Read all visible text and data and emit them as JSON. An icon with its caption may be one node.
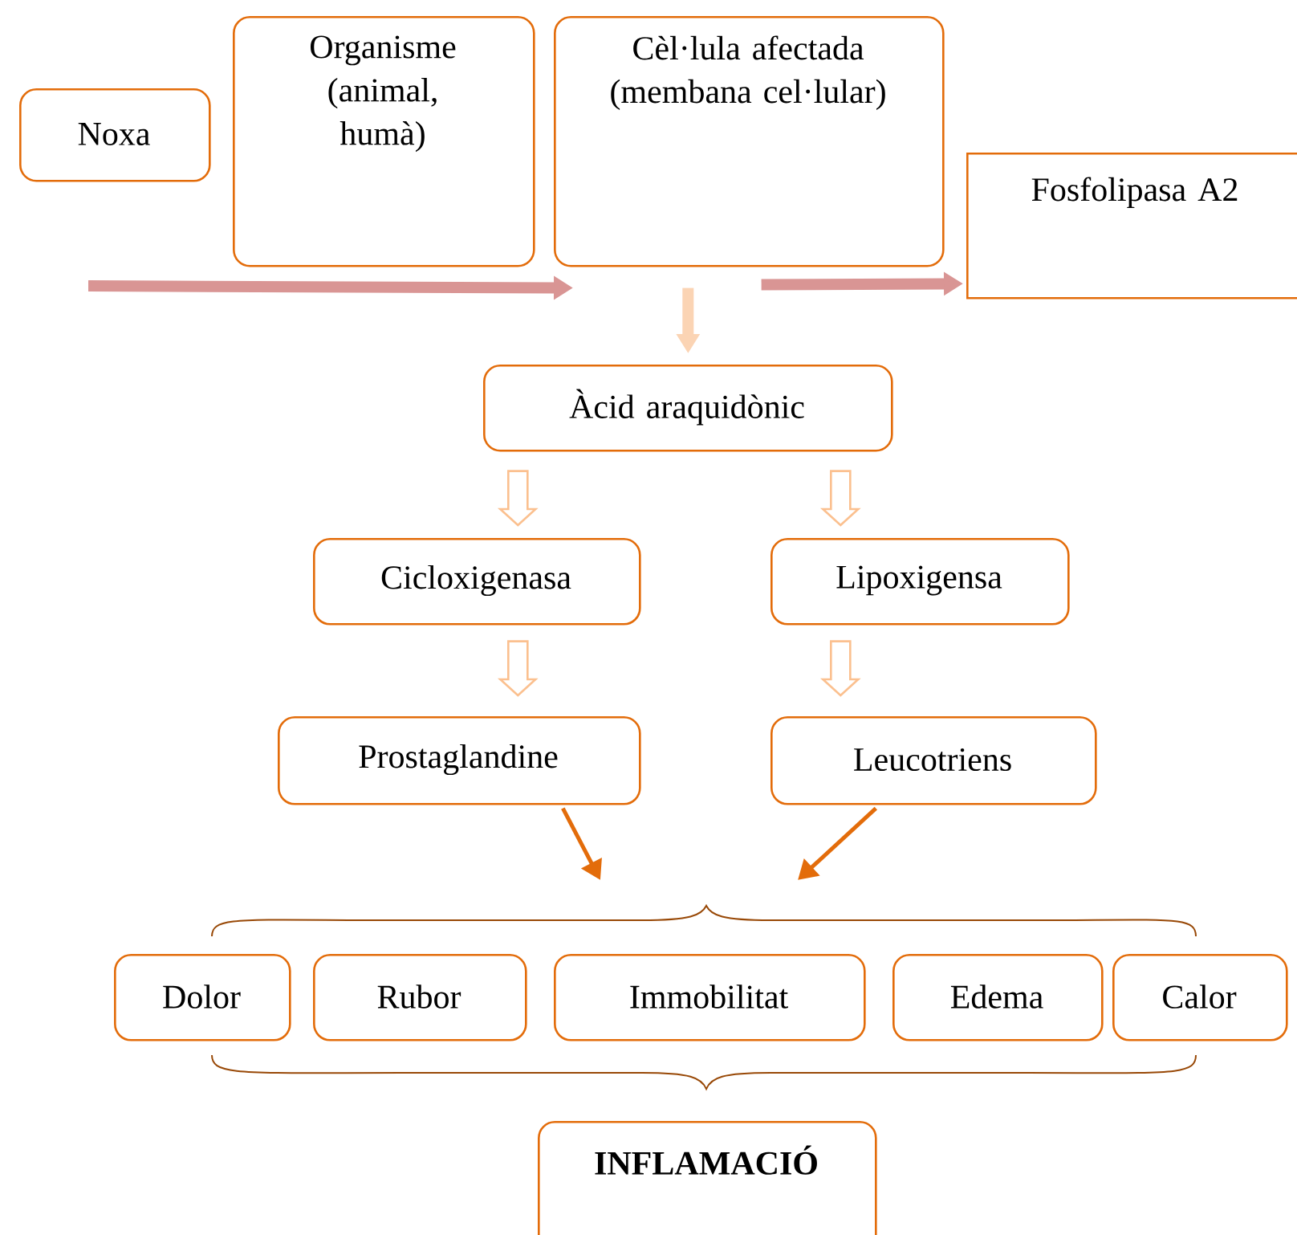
{
  "diagram": {
    "nodes": [
      {
        "text": [
          "Noxa"
        ]
      },
      {
        "text": [
          "Organisme (animal, humà)"
        ]
      },
      {
        "text": [
          "Cèl·lula afectada (membana cel·lular)"
        ]
      },
      {
        "text": [
          "Fosfolipasa A2"
        ]
      },
      {
        "text": [
          "Àcid araquidònic"
        ]
      },
      {
        "text": [
          "Cicloxigenasa"
        ]
      },
      {
        "text": [
          "Lipoxigensa"
        ]
      },
      {
        "text": [
          "Prostaglandine"
        ]
      },
      {
        "text": [
          "Leucotriens"
        ]
      },
      {
        "text": [
          "Dolor"
        ]
      },
      {
        "text": [
          "Rubor"
        ]
      },
      {
        "text": [
          "Immobilitat"
        ]
      },
      {
        "text": [
          "Edema"
        ]
      },
      {
        "text": [
          "Calor"
        ]
      },
      {
        "text": [
          "INFLAMACIÓ"
        ]
      }
    ],
    "edges": [
      {
        "from": null,
        "to": 2,
        "arrow": "to",
        "color": "#d99594"
      },
      {
        "from": 2,
        "to": 3,
        "arrow": "to",
        "color": "#d99594"
      },
      {
        "from": 2,
        "to": 4,
        "arrow": "to",
        "color": "#fbd4b4"
      },
      {
        "from": 4,
        "to": 5,
        "arrow": "to"
      },
      {
        "from": 4,
        "to": 6,
        "arrow": "to"
      },
      {
        "from": 5,
        "to": 7,
        "arrow": "to"
      },
      {
        "from": 6,
        "to": 8,
        "arrow": "to"
      },
      {
        "from": 7,
        "to": null,
        "arrow": "to",
        "color": "#e36c0a"
      },
      {
        "from": 8,
        "to": null,
        "arrow": "to",
        "color": "#e36c0a"
      }
    ]
  }
}
